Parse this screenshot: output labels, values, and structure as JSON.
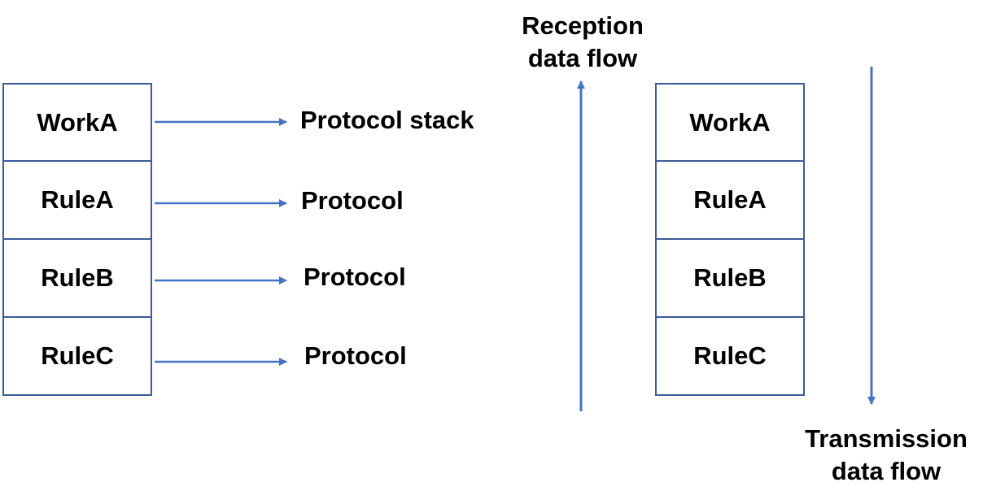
{
  "left_stack": {
    "layers": [
      "WorkA",
      "RuleA",
      "RuleB",
      "RuleC"
    ]
  },
  "mappings": [
    "Protocol stack",
    "Protocol",
    "Protocol",
    "Protocol"
  ],
  "right_stack": {
    "layers": [
      "WorkA",
      "RuleA",
      "RuleB",
      "RuleC"
    ]
  },
  "reception": {
    "line1": "Reception",
    "line2": "data flow"
  },
  "transmission": {
    "line1": "Transmission",
    "line2": "data flow"
  },
  "colors": {
    "arrow": "#4472c4",
    "box_border": "#3b5b9a"
  }
}
